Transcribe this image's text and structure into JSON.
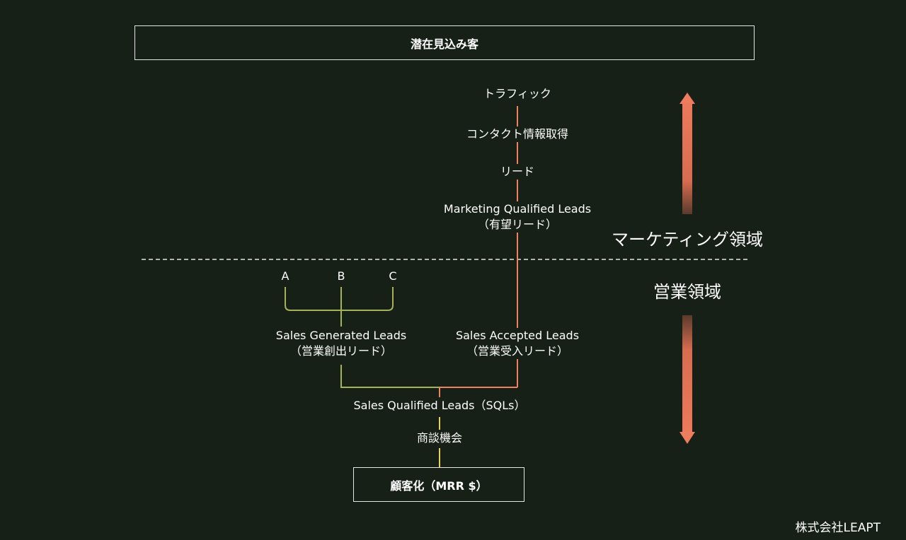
{
  "top_box": {
    "label": "潜在見込み客"
  },
  "bottom_box": {
    "label": "顧客化（MRR $）"
  },
  "marketing_flow": {
    "traffic": "トラフィック",
    "contact": "コンタクト情報取得",
    "lead": "リード",
    "mql_en": "Marketing Qualified Leads",
    "mql_ja": "（有望リード）"
  },
  "sales_flow": {
    "sources": [
      "A",
      "B",
      "C"
    ],
    "sgl_en": "Sales Generated Leads",
    "sgl_ja": "（営業創出リード）",
    "sal_en": "Sales Accepted Leads",
    "sal_ja": "（営業受入リード）",
    "sql": "Sales Qualified Leads（SQLs）",
    "opportunity": "商談機会"
  },
  "regions": {
    "marketing": "マーケティング領域",
    "sales": "営業領域"
  },
  "footer": {
    "company": "株式会社LEAPT"
  },
  "colors": {
    "background": "#172017",
    "marketing_line": "#f0805e",
    "sales_branch": "#a6b25a",
    "deal_line": "#e8cf5a",
    "arrow_fill": "#e8775a"
  },
  "icons": {
    "up_arrow": "arrow-up-icon",
    "down_arrow": "arrow-down-icon"
  }
}
